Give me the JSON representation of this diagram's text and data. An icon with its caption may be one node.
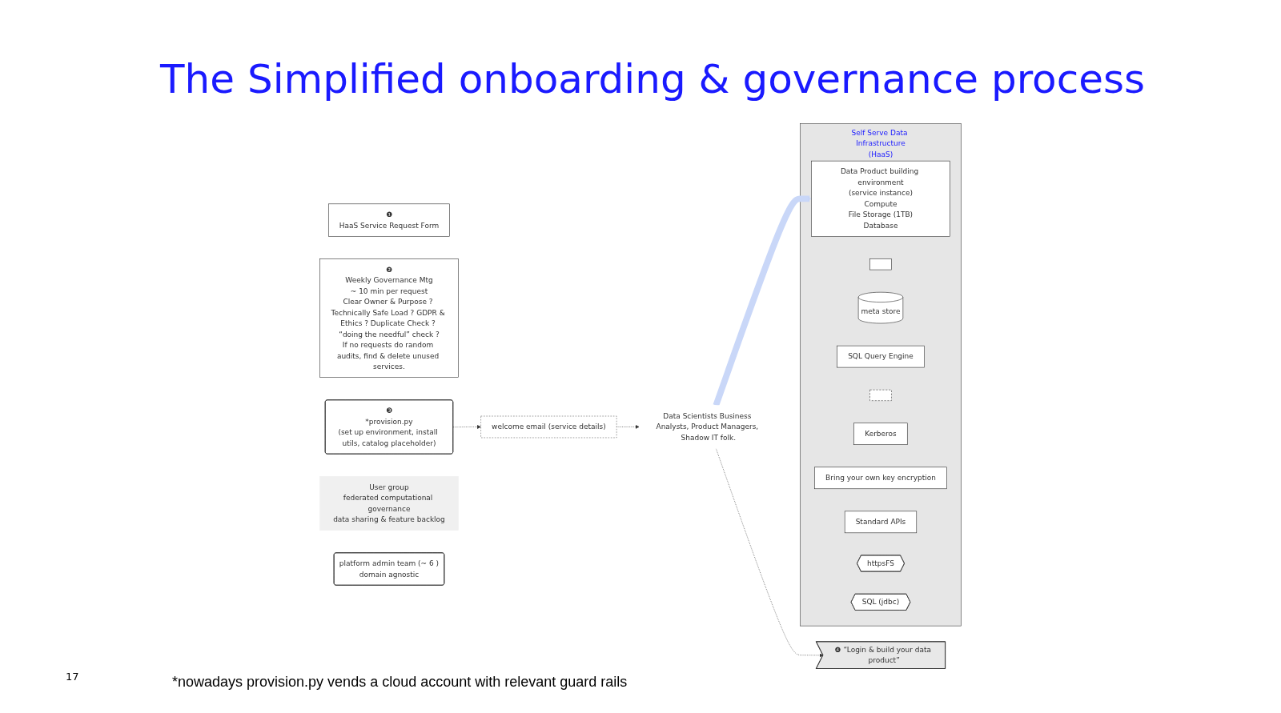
{
  "diagram": {
    "title": "The Simplified onboarding & governance process",
    "caption": "*nowadays provision.py vends a cloud account with relevant guard rails",
    "nodes": [
      {
        "text": [
          "welcome email (service details)"
        ]
      },
      {
        "text": [
          "❶",
          "HaaS Service Request Form"
        ]
      },
      {
        "text": [
          "❷",
          "Weekly Governance Mtg",
          "~ 10 min per request",
          "Clear Owner & Purpose ? Technically Safe Load ? GDPR & Ethics ? Duplicate Check ? “doing the needful” check ?",
          "If no requests do random audits, find & delete unused services."
        ]
      },
      {
        "text": [
          "❸",
          "*provision.py",
          "(set up environment, install utils, catalog placeholder)"
        ]
      },
      {
        "text": [
          "Data Scientists Business Analysts, Product Managers, Shadow IT folk."
        ]
      },
      {
        "text": [
          "❹ “Login & build your data product”"
        ]
      },
      {
        "text": [
          "Self Serve Data Infrastructure",
          "(HaaS)"
        ]
      },
      {
        "text": [
          "Data Product building environment",
          "(service instance)",
          "Compute",
          "File Storage (1TB)",
          "Database"
        ],
        "in": 6
      },
      {
        "text": [],
        "shape": "box",
        "in": 6
      },
      {
        "text": [
          "meta store"
        ],
        "in": 6
      },
      {
        "text": [
          "SQL Query Engine"
        ],
        "in": 6
      },
      {
        "text": [],
        "shape": "box",
        "in": 6
      },
      {
        "text": [
          "Kerberos"
        ],
        "in": 6
      },
      {
        "text": [
          "Bring your own key encryption"
        ],
        "in": 6
      },
      {
        "text": [
          "Standard APIs"
        ],
        "in": 6
      },
      {
        "text": [
          "httpsFS"
        ],
        "in": 6
      },
      {
        "text": [
          "SQL (jdbc)"
        ],
        "in": 6
      },
      {
        "text": [
          "User group",
          "federated computational governance",
          "data sharing & feature backlog"
        ]
      },
      {
        "text": [
          "platform admin team  (~ 6 )",
          "domain agnostic"
        ]
      }
    ],
    "edges": [
      {
        "from": 4,
        "to": 7,
        "arrow": "to",
        "style": "thick",
        "color": "#c9d7f8"
      },
      {
        "from": 3,
        "to": 0,
        "arrow": "to",
        "style": "dashed"
      },
      {
        "from": 0,
        "to": 4,
        "arrow": "to",
        "style": "dashed"
      },
      {
        "from": 4,
        "to": 5,
        "arrow": "to",
        "style": "dashed"
      }
    ],
    "labels": [
      "17"
    ]
  }
}
